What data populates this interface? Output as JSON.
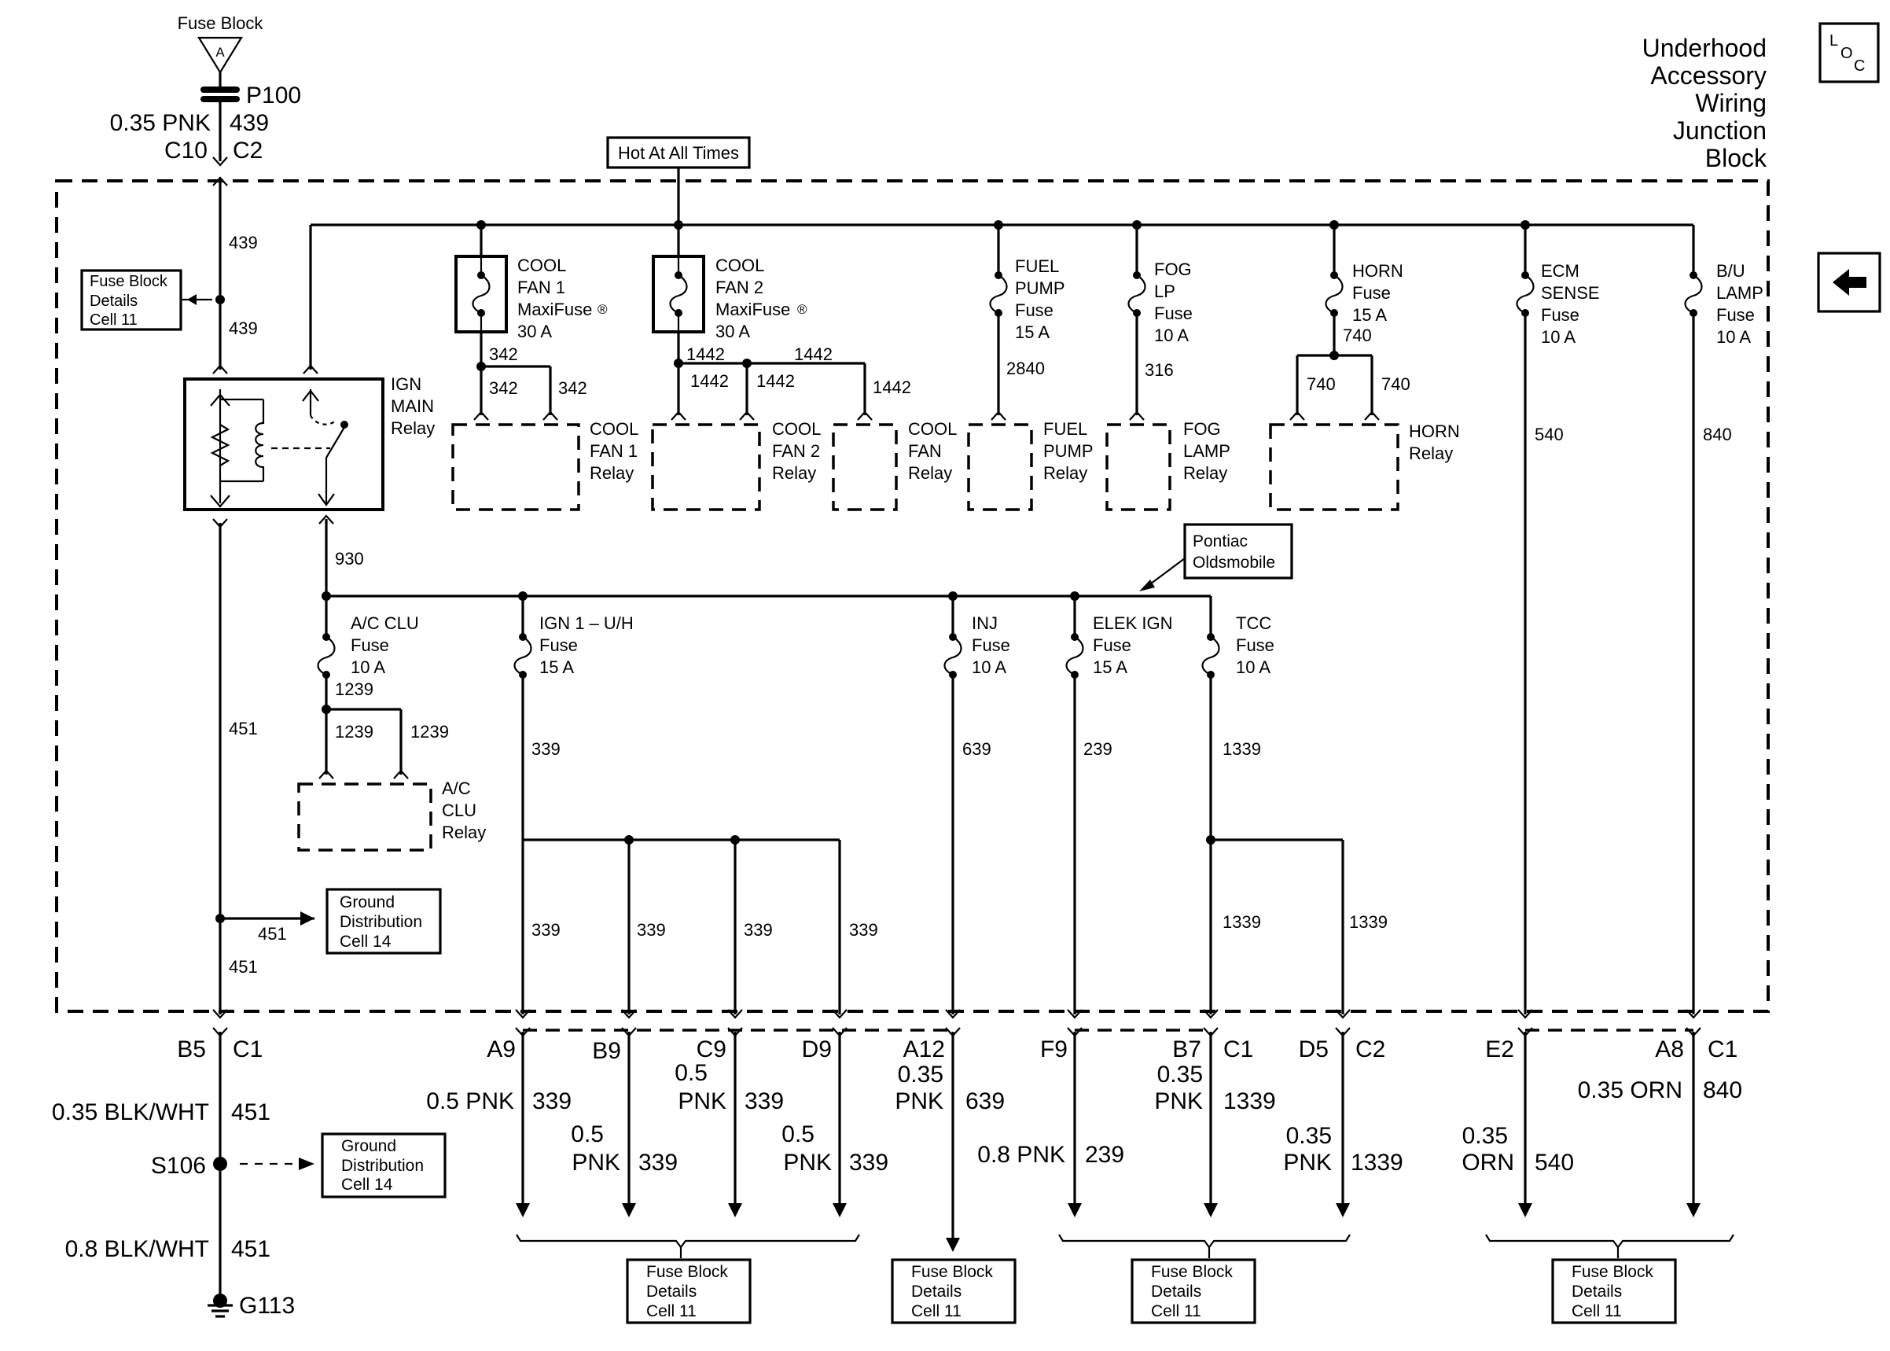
{
  "header": {
    "title_lines": [
      "Underhood",
      "Accessory",
      "Wiring",
      "Junction",
      "Block"
    ],
    "loc_icon": "loc-icon",
    "back_icon": "left-arrow-icon"
  },
  "feed": {
    "fuse_block": "Fuse Block",
    "fuse_letter": "A",
    "connector": "P100",
    "wire": "0.35 PNK",
    "circuit": "439",
    "pin": "C10",
    "conn": "C2",
    "hot": "Hot At All Times"
  },
  "refs": {
    "fuse_block_details": [
      "Fuse Block",
      "Details",
      "Cell 11"
    ],
    "ground_distribution": [
      "Ground",
      "Distribution",
      "Cell 14"
    ],
    "pontiac": [
      "Pontiac",
      "Oldsmobile"
    ]
  },
  "ign_main_relay": {
    "label": [
      "IGN",
      "MAIN",
      "Relay"
    ],
    "circuit_out": "930"
  },
  "maxifuses": [
    {
      "label": [
        "COOL",
        "FAN 1",
        "MaxiFuse",
        "30 A"
      ],
      "circuit": "342",
      "branch": [
        "342",
        "342"
      ]
    },
    {
      "label": [
        "COOL",
        "FAN 2",
        "MaxiFuse",
        "30 A"
      ],
      "circuit": "1442",
      "branch": [
        "1442",
        "1442",
        "1442",
        "1442"
      ]
    }
  ],
  "registered_mark": "®",
  "fuses_top": [
    {
      "label": [
        "FUEL",
        "PUMP",
        "Fuse",
        "15 A"
      ],
      "circuit": "2840"
    },
    {
      "label": [
        "FOG",
        "LP",
        "Fuse",
        "10 A"
      ],
      "circuit": "316"
    },
    {
      "label": [
        "HORN",
        "Fuse",
        "15 A"
      ],
      "circuit": "740",
      "branch": [
        "740",
        "740"
      ]
    },
    {
      "label": [
        "ECM",
        "SENSE",
        "Fuse",
        "10 A"
      ],
      "circuit": "540"
    },
    {
      "label": [
        "B/U",
        "LAMP",
        "Fuse",
        "10 A"
      ],
      "circuit": "840"
    }
  ],
  "relays": [
    {
      "label": [
        "COOL",
        "FAN 1",
        "Relay"
      ]
    },
    {
      "label": [
        "COOL",
        "FAN 2",
        "Relay"
      ]
    },
    {
      "label": [
        "COOL",
        "FAN",
        "Relay"
      ]
    },
    {
      "label": [
        "FUEL",
        "PUMP",
        "Relay"
      ]
    },
    {
      "label": [
        "FOG",
        "LAMP",
        "Relay"
      ]
    },
    {
      "label": [
        "HORN",
        "Relay"
      ]
    },
    {
      "label": [
        "A/C",
        "CLU",
        "Relay"
      ]
    }
  ],
  "fuses_bottom": [
    {
      "label": [
        "A/C CLU",
        "Fuse",
        "10 A"
      ],
      "circuit": "1239",
      "branch": [
        "1239",
        "1239"
      ]
    },
    {
      "label": [
        "IGN 1 – U/H",
        "Fuse",
        "15 A"
      ],
      "circuit": "339"
    },
    {
      "label": [
        "INJ",
        "Fuse",
        "10 A"
      ],
      "circuit": "639"
    },
    {
      "label": [
        "ELEK IGN",
        "Fuse",
        "15 A"
      ],
      "circuit": "239"
    },
    {
      "label": [
        "TCC",
        "Fuse",
        "10 A"
      ],
      "circuit": "1339"
    }
  ],
  "internal": {
    "c439": "439",
    "c451": "451",
    "c339": "339",
    "c1339": "1339"
  },
  "outputs": {
    "ground": {
      "pin": "B5",
      "conn": "C1",
      "wire1": "0.35 BLK/WHT",
      "circuit": "451",
      "splice": "S106",
      "wire2": "0.8 BLK/WHT",
      "gnd": "G113"
    },
    "o1": {
      "pin": "A9",
      "size": "0.5 PNK",
      "circuit": "339"
    },
    "o2": {
      "pin": "B9",
      "size": "0.5",
      "color": "PNK",
      "circuit": "339"
    },
    "o3": {
      "pin": "C9",
      "size": "0.5",
      "color": "PNK",
      "circuit": "339"
    },
    "o4": {
      "pin": "D9",
      "size": "0.5",
      "color": "PNK",
      "circuit": "339"
    },
    "o5": {
      "pin": "A12",
      "size": "0.35",
      "color": "PNK",
      "circuit": "639"
    },
    "o6": {
      "pin": "F9",
      "size": "0.8 PNK",
      "circuit": "239"
    },
    "o7": {
      "pin": "B7",
      "conn": "C1",
      "size": "0.35",
      "color": "PNK",
      "circuit": "1339"
    },
    "o8": {
      "pin": "D5",
      "conn": "C2",
      "size": "0.35",
      "color": "PNK",
      "circuit": "1339"
    },
    "o9": {
      "pin": "E2",
      "size": "0.35",
      "color": "ORN",
      "circuit": "540"
    },
    "o10": {
      "pin": "A8",
      "conn": "C1",
      "size": "0.35 ORN",
      "circuit": "840"
    }
  }
}
